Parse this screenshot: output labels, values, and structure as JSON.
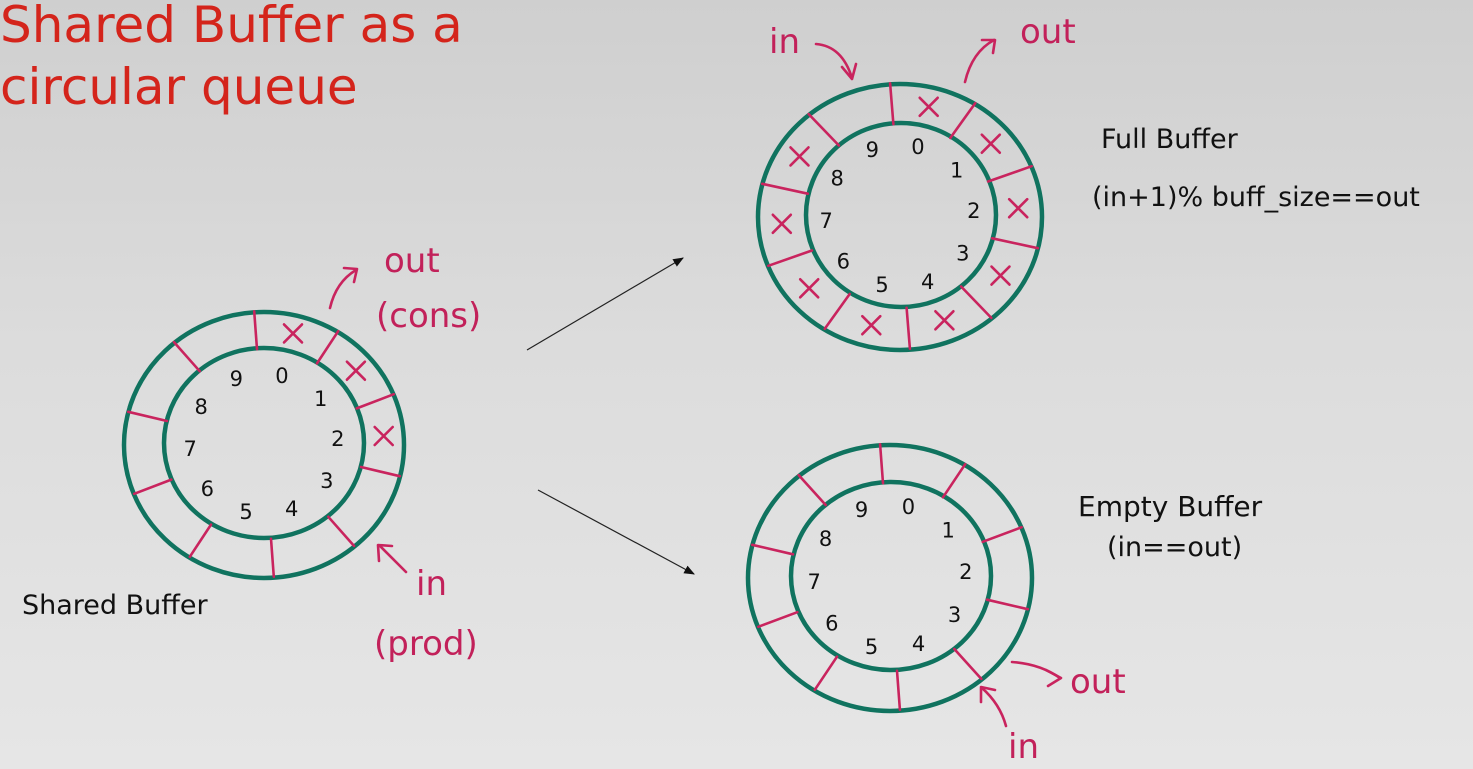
{
  "title": {
    "line1": "Shared Buffer as a",
    "line2": "circular queue"
  },
  "labels": {
    "shared": "Shared Buffer",
    "full": "Full Buffer",
    "full_condition": "(in+1)% buff_size==out",
    "empty": "Empty Buffer",
    "empty_condition": "(in==out)"
  },
  "slot_numbers": [
    "0",
    "1",
    "2",
    "3",
    "4",
    "5",
    "6",
    "7",
    "8",
    "9"
  ],
  "pointers": {
    "shared_out": "out",
    "shared_out_role": "(cons)",
    "shared_in": "in",
    "shared_in_role": "(prod)",
    "full_in": "in",
    "full_out": "out",
    "empty_out": "out",
    "empty_in": "in"
  },
  "buffers": [
    {
      "id": "shared",
      "filled_slots": [
        0,
        1,
        2
      ]
    },
    {
      "id": "full",
      "filled_slots": [
        0,
        1,
        2,
        3,
        4,
        5,
        6,
        7,
        8
      ]
    },
    {
      "id": "empty",
      "filled_slots": []
    }
  ],
  "colors": {
    "title": "#d4241b",
    "ring": "#10735f",
    "pointer": "#c2215a",
    "text": "#111111"
  }
}
